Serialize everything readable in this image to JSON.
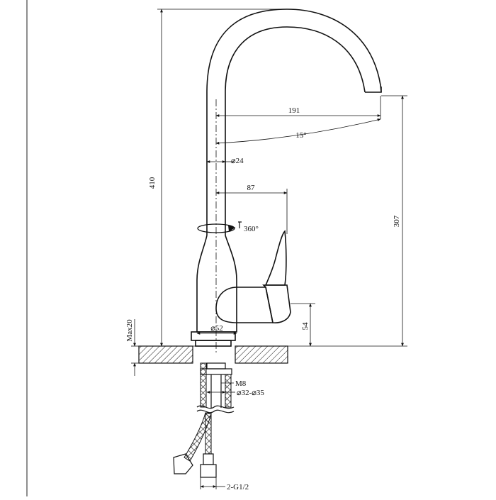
{
  "drawing": {
    "stroke_color": "#111111",
    "background": "#ffffff",
    "dimensions": {
      "total_height": "410",
      "spout_reach": "191",
      "spout_angle": "15°",
      "pipe_diameter": "⌀24",
      "lever_reach": "87",
      "rotation": "360°",
      "spout_height": "307",
      "lever_height": "54",
      "base_diameter": "⌀52",
      "max_counter_thickness": "Max20",
      "thread": "M8",
      "hole_diameter": "⌀32-⌀35",
      "hose_connection": "2-G1/2"
    }
  }
}
